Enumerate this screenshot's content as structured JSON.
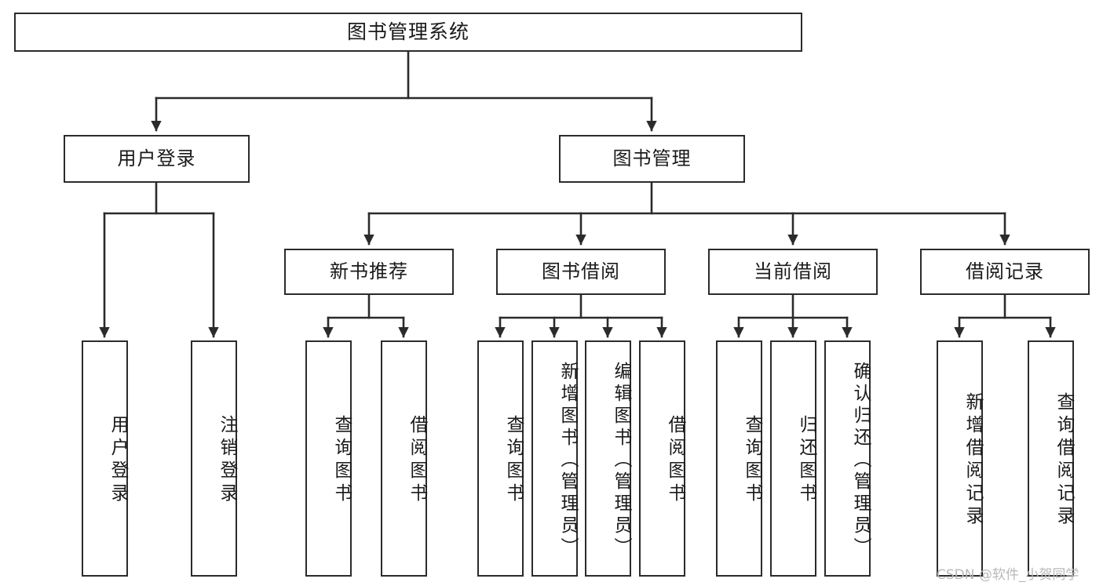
{
  "diagram": {
    "title": "图书管理系统",
    "type": "功能结构图",
    "colors": {
      "box_border": "#2b2b2b",
      "box_fill": "#ffffff",
      "connector": "#2b2b2b",
      "text": "#1a1a1a",
      "watermark": "#b9b9b9",
      "background": "#ffffff"
    }
  },
  "root": {
    "label": "图书管理系统"
  },
  "level2": [
    {
      "id": "user-login",
      "label": "用户登录"
    },
    {
      "id": "book-manage",
      "label": "图书管理"
    }
  ],
  "level3": [
    {
      "id": "new-book-recommend",
      "label": "新书推荐"
    },
    {
      "id": "book-borrow",
      "label": "图书借阅"
    },
    {
      "id": "current-borrow",
      "label": "当前借阅"
    },
    {
      "id": "borrow-record",
      "label": "借阅记录"
    }
  ],
  "leaves": {
    "user_login": [
      {
        "id": "leaf-user-login",
        "label": "用户登录"
      },
      {
        "id": "leaf-user-logout",
        "label": "注销登录"
      }
    ],
    "new_book_recommend": [
      {
        "id": "leaf-query-book-1",
        "label": "查询图书"
      },
      {
        "id": "leaf-borrow-book-1",
        "label": "借阅图书"
      }
    ],
    "book_borrow": [
      {
        "id": "leaf-query-book-2",
        "label": "查询图书"
      },
      {
        "id": "leaf-add-book",
        "label": "新增图书（管理员）"
      },
      {
        "id": "leaf-edit-book",
        "label": "编辑图书（管理员）"
      },
      {
        "id": "leaf-borrow-book-2",
        "label": "借阅图书"
      }
    ],
    "current_borrow": [
      {
        "id": "leaf-query-book-3",
        "label": "查询图书"
      },
      {
        "id": "leaf-return-book",
        "label": "归还图书"
      },
      {
        "id": "leaf-confirm-return",
        "label": "确认归还（管理员）"
      }
    ],
    "borrow_record": [
      {
        "id": "leaf-add-record",
        "label": "新增借阅记录"
      },
      {
        "id": "leaf-query-record",
        "label": "查询借阅记录"
      }
    ]
  },
  "watermark": {
    "text": "CSDN @软件_小贺同学"
  }
}
